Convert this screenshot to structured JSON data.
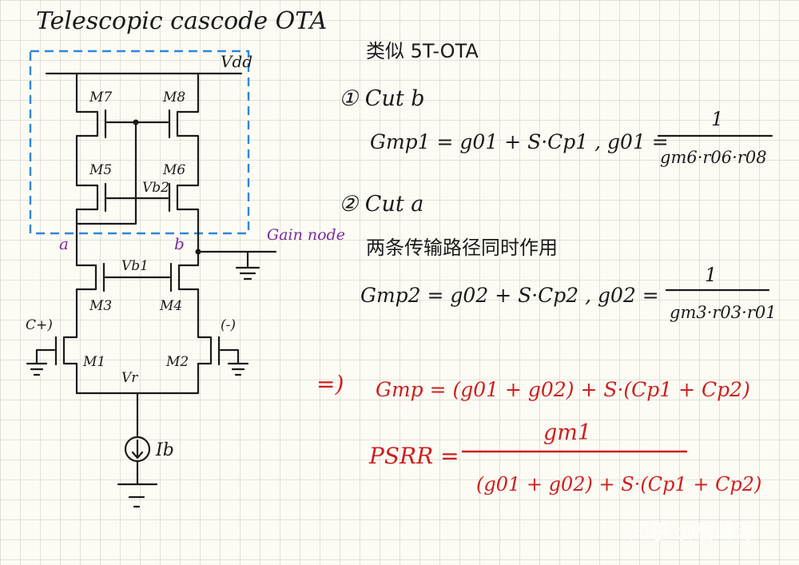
{
  "title": "Telescopic cascode OTA",
  "labels": {
    "vdd": "Vdd",
    "m7": "M7",
    "m8": "M8",
    "m5": "M5",
    "m6": "M6",
    "vb2": "Vb2",
    "vb1": "Vb1",
    "m3": "M3",
    "m4": "M4",
    "m1": "M1",
    "m2": "M2",
    "node_a": "a",
    "node_b": "b",
    "gain_node": "Gain node",
    "in_pos": "C+)",
    "in_neg": "(-)",
    "vt": "Vr",
    "ib": "Ib"
  },
  "notes": {
    "heading": "类似 5T-OTA",
    "step1": "① Cut b",
    "eq1_left": "Gmp1 = g01 + S·Cp1 ,  g01 =",
    "eq1_num": "1",
    "eq1_den": "gm6·r06·r08",
    "step2": "② Cut a",
    "step2_desc": "两条传输路径同时作用",
    "eq2_left": "Gmp2 = g02 + S·Cp2 , g02 =",
    "eq2_num": "1",
    "eq2_den": "gm3·r03·r01",
    "arrow": "=)",
    "gmp": "Gmp = (g01 + g02) + S·(Cp1 + Cp2)",
    "psrr_label": "PSRR =",
    "psrr_num": "gm1",
    "psrr_den": "(g01 + g02) + S·(Cp1 + Cp2)"
  },
  "watermark": "知乎 @曹峰源",
  "colors": {
    "ink": "#1a1a1a",
    "red": "#cc1f1f",
    "purple": "#7a2a9e",
    "box": "#2e86de"
  }
}
